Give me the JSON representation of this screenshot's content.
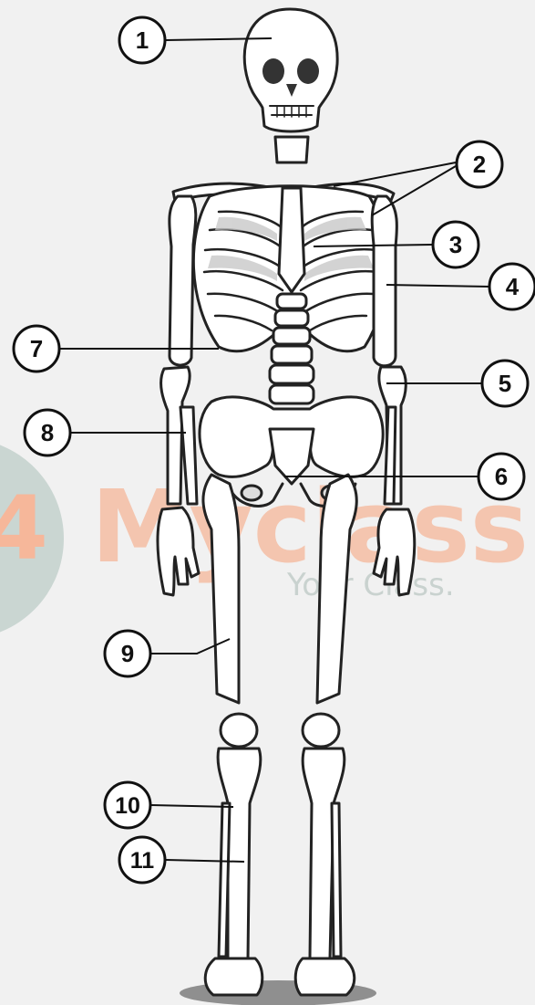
{
  "watermark": {
    "digit": "4",
    "brand": "Myclass",
    "tagline": "Your Class."
  },
  "labels": [
    {
      "number": "1"
    },
    {
      "number": "2"
    },
    {
      "number": "3"
    },
    {
      "number": "4"
    },
    {
      "number": "5"
    },
    {
      "number": "6"
    },
    {
      "number": "7"
    },
    {
      "number": "8"
    },
    {
      "number": "9"
    },
    {
      "number": "10"
    },
    {
      "number": "11"
    }
  ],
  "colors": {
    "background": "#f1f1f1",
    "bone_fill": "#ffffff",
    "outline": "#222222",
    "rib_shade": "#c9c9c9",
    "watermark_orange": "#f6b79a",
    "watermark_teal": "#b9cbc5",
    "shadow": "#8f8f8f"
  }
}
